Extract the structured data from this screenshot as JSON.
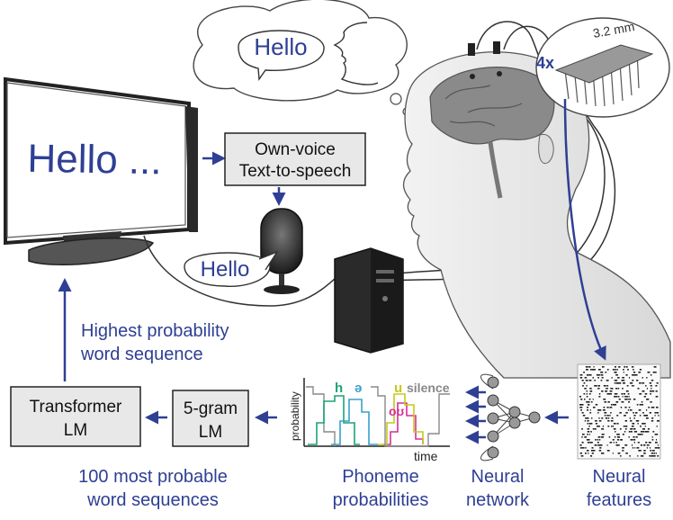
{
  "monitor": {
    "text": "Hello ..."
  },
  "thought": {
    "text": "Hello"
  },
  "speaker_bubble": {
    "text": "Hello"
  },
  "tts_box": {
    "line1": "Own-voice",
    "line2": "Text-to-speech"
  },
  "electrode": {
    "count": "4x",
    "size": "3.2 mm"
  },
  "pipeline": {
    "highest": {
      "line1": "Highest probability",
      "line2": "word sequence"
    },
    "transformer": {
      "line1": "Transformer",
      "line2": "LM"
    },
    "fivegram": {
      "line1": "5-gram",
      "line2": "LM"
    },
    "most_probable": {
      "line1": "100 most probable",
      "line2": "word sequences"
    },
    "phoneme": {
      "line1": "Phoneme",
      "line2": "probabilities"
    },
    "network": {
      "line1": "Neural",
      "line2": "network"
    },
    "features": {
      "line1": "Neural",
      "line2": "features"
    }
  },
  "phoneme_plot": {
    "y_label": "probability",
    "x_label": "time",
    "labels": {
      "h": "h",
      "schwa": "ə",
      "u": "u",
      "ou": "oʊ",
      "silence": "silence"
    }
  },
  "colors": {
    "accent": "#2e3f94",
    "h": "#1aa37a",
    "schwa": "#3aa0c8",
    "u": "#c8c81a",
    "ou": "#d62d9b",
    "gray": "#888888"
  }
}
